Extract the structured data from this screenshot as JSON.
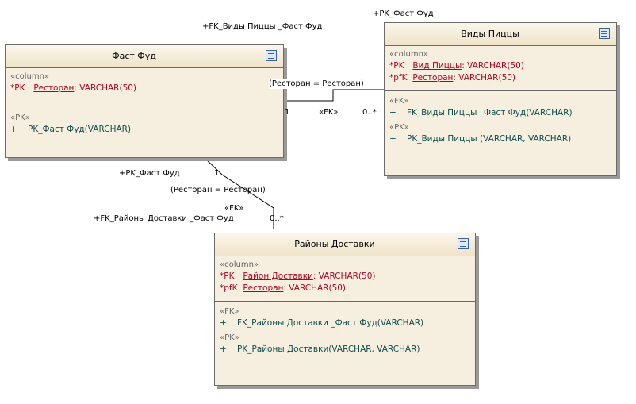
{
  "entities": {
    "fastfood": {
      "title": "Фаст Фуд",
      "columns_stereotype": "«column»",
      "columns": [
        {
          "key": "*PK",
          "name": "Ресторан",
          "type": ":  VARCHAR(50)"
        }
      ],
      "fk_stereotype": "",
      "fk_ops": [],
      "pk_stereotype": "«PK»",
      "pk_ops": [
        {
          "vis": "+",
          "sig": "PK_Фаст Фуд(VARCHAR)"
        }
      ]
    },
    "pizzatypes": {
      "title": "Виды Пиццы",
      "columns_stereotype": "«column»",
      "columns": [
        {
          "key": "*PK",
          "name": "Вид Пиццы",
          "type": ":  VARCHAR(50)"
        },
        {
          "key": "*pfK",
          "name": "Ресторан",
          "type": ":  VARCHAR(50)"
        }
      ],
      "fk_stereotype": "«FK»",
      "fk_ops": [
        {
          "vis": "+",
          "sig": "FK_Виды Пиццы _Фаст Фуд(VARCHAR)"
        }
      ],
      "pk_stereotype": "«PK»",
      "pk_ops": [
        {
          "vis": "+",
          "sig": "PK_Виды Пиццы (VARCHAR, VARCHAR)"
        }
      ]
    },
    "districts": {
      "title": "Районы Доставки",
      "columns_stereotype": "«column»",
      "columns": [
        {
          "key": "*PK",
          "name": "Район Доставки",
          "type": ":  VARCHAR(50)"
        },
        {
          "key": "*pfK",
          "name": "Ресторан",
          "type": ":  VARCHAR(50)"
        }
      ],
      "fk_stereotype": "«FK»",
      "fk_ops": [
        {
          "vis": "+",
          "sig": "FK_Районы Доставки _Фаст Фуд(VARCHAR)"
        }
      ],
      "pk_stereotype": "«PK»",
      "pk_ops": [
        {
          "vis": "+",
          "sig": "PK_Районы Доставки(VARCHAR, VARCHAR)"
        }
      ]
    }
  },
  "connectors": {
    "rel1": {
      "role_source": "+FK_Виды Пиццы _Фаст Фуд",
      "role_target": "+PK_Фаст Фуд",
      "condition": "(Ресторан = Ресторан)",
      "mult_source": "1",
      "stereotype": "«FK»",
      "mult_target": "0..*"
    },
    "rel2": {
      "role_source": "+PK_Фаст Фуд",
      "mult_source": "1",
      "condition": "(Ресторан = Ресторан)",
      "stereotype": "«FK»",
      "role_target": "+FK_Районы Доставки _Фаст Фуд",
      "mult_target": "0..*"
    }
  },
  "colors": {
    "entity_fill": "#f6efdf",
    "border": "#6b6b6b",
    "column_text": "#b4001e",
    "operation_text": "#0d4d4d",
    "stereotype_text": "#666666"
  }
}
